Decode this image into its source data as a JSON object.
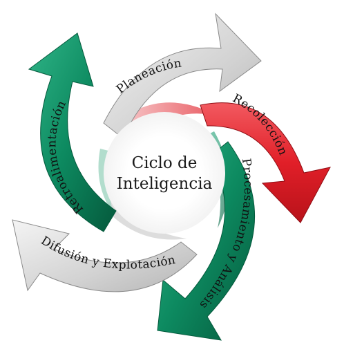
{
  "diagram": {
    "center": {
      "line1": "Ciclo de",
      "line2": "Inteligencia"
    },
    "stages": [
      {
        "label": "Planeación",
        "color": "#d9d9d9",
        "text_color": "#111111"
      },
      {
        "label": "Recolección",
        "color": "#e62a32",
        "text_color": "#111111"
      },
      {
        "label": "Procesamiento y Análisis",
        "color": "#0f8a62",
        "text_color": "#111111"
      },
      {
        "label": "Difusión y Explotación",
        "color": "#d9d9d9",
        "text_color": "#111111"
      },
      {
        "label": "Retroalimentación",
        "color": "#0f8a62",
        "text_color": "#111111"
      }
    ]
  }
}
